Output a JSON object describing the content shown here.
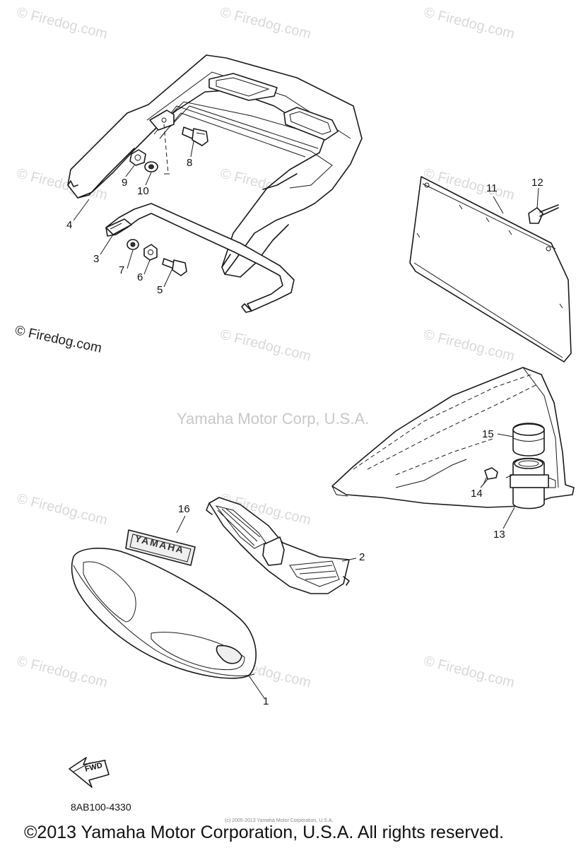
{
  "watermarks": {
    "site": "© Firedog.com",
    "center": "Yamaha Motor Corp, U.S.A."
  },
  "callouts": {
    "p1": "1",
    "p2": "2",
    "p3": "3",
    "p4": "4",
    "p5": "5",
    "p6": "6",
    "p7": "7",
    "p8": "8",
    "p9": "9",
    "p10": "10",
    "p11": "11",
    "p12": "12",
    "p13": "13",
    "p14": "14",
    "p15": "15",
    "p16": "16"
  },
  "fwd_label": "FWD",
  "decal_text": "YAMAHA",
  "diagram_code": "8AB100-4330",
  "micro_copyright": "(c) 2005-2013 Yamaha Motor Corporation, U.S.A.",
  "copyright": "©2013 Yamaha Motor Corporation, U.S.A. All rights reserved."
}
